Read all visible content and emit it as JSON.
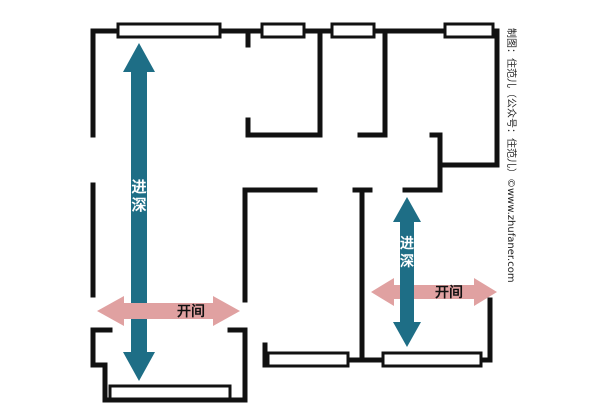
{
  "diagram": {
    "labels": {
      "depth_left": "进深",
      "width_left": "开间",
      "depth_right": "进深",
      "width_right": "开间"
    },
    "credit": "制图：住范儿（公众号：住范儿）©www.zhufaner.com",
    "colors": {
      "wall": "#111111",
      "depth_arrow": "#1e6e86",
      "width_arrow": "#e0a1a1",
      "depth_text": "#ffffff",
      "width_text": "#111111"
    }
  }
}
